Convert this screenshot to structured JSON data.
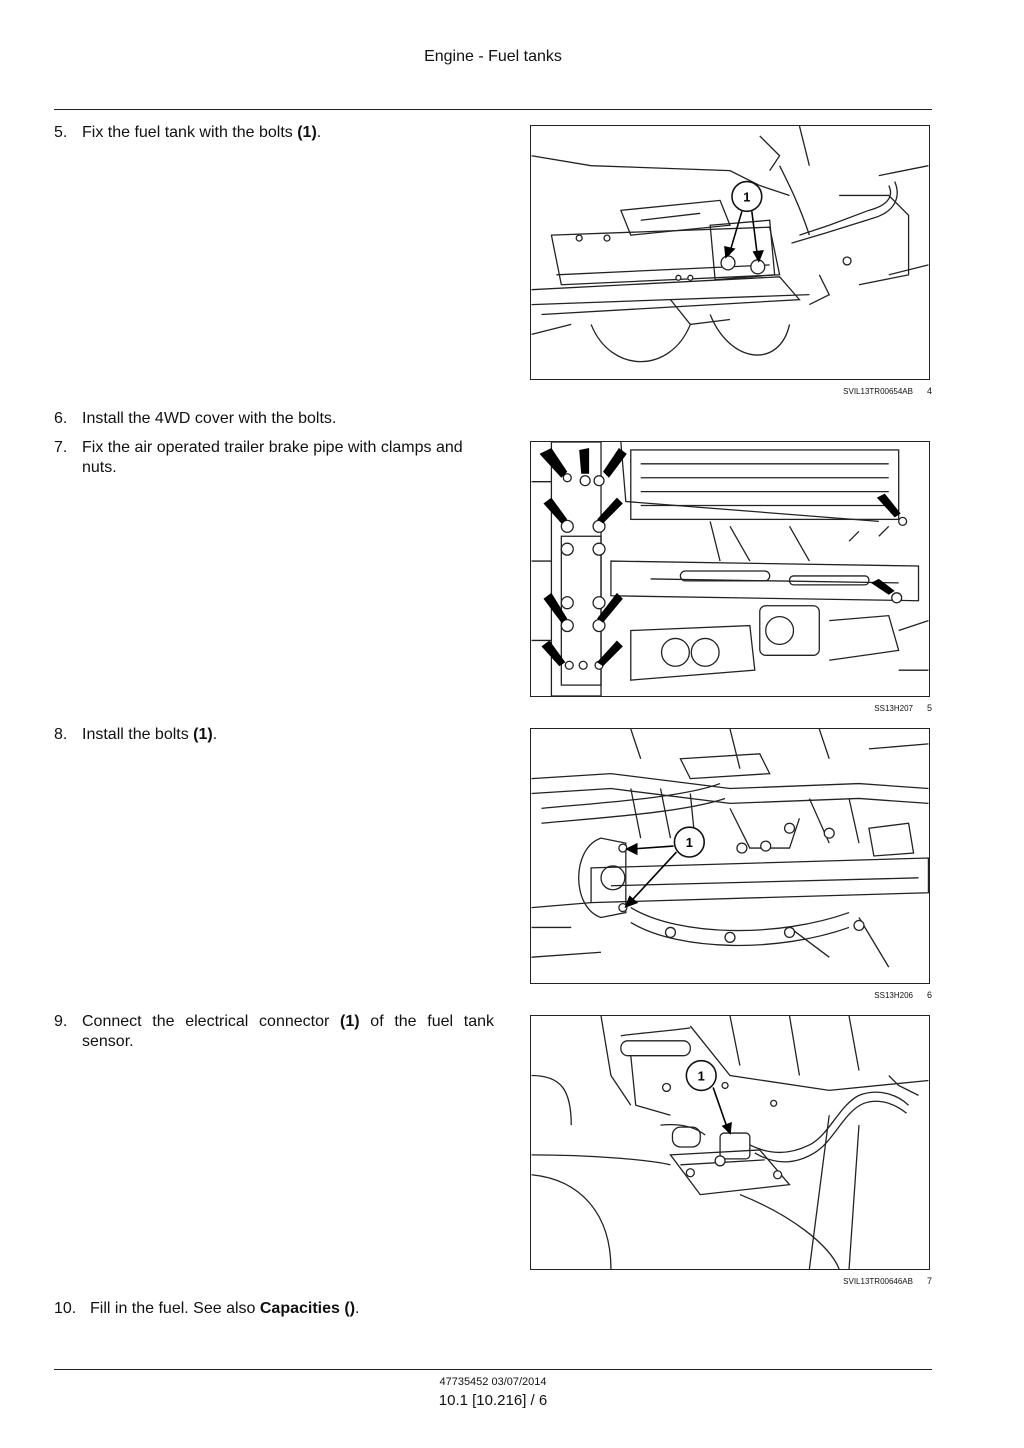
{
  "header": {
    "title": "Engine - Fuel tanks"
  },
  "steps": [
    {
      "num": "5.",
      "text": "Fix the fuel tank with the bolts ",
      "bold": "(1)",
      "after": "."
    },
    {
      "num": "6.",
      "text": "Install the 4WD cover with the bolts."
    },
    {
      "num": "7.",
      "text": "Fix the air operated trailer brake pipe with clamps and nuts."
    },
    {
      "num": "8.",
      "text": "Install the bolts ",
      "bold": "(1)",
      "after": "."
    },
    {
      "num": "9.",
      "text": "Connect the electrical connector ",
      "bold": "(1)",
      "after": " of the fuel tank sensor."
    },
    {
      "num": "10.",
      "text": "Fill in the fuel. See also ",
      "bold": "Capacities ()",
      "after": "."
    }
  ],
  "figures": [
    {
      "id": "SVIL13TR00654AB",
      "number": "4",
      "callout": "1"
    },
    {
      "id": "SS13H207",
      "number": "5"
    },
    {
      "id": "SS13H206",
      "number": "6",
      "callout": "1"
    },
    {
      "id": "SVIL13TR00646AB",
      "number": "7",
      "callout": "1"
    }
  ],
  "footer": {
    "doc": "47735452 03/07/2014",
    "page": "10.1 [10.216] / 6"
  }
}
